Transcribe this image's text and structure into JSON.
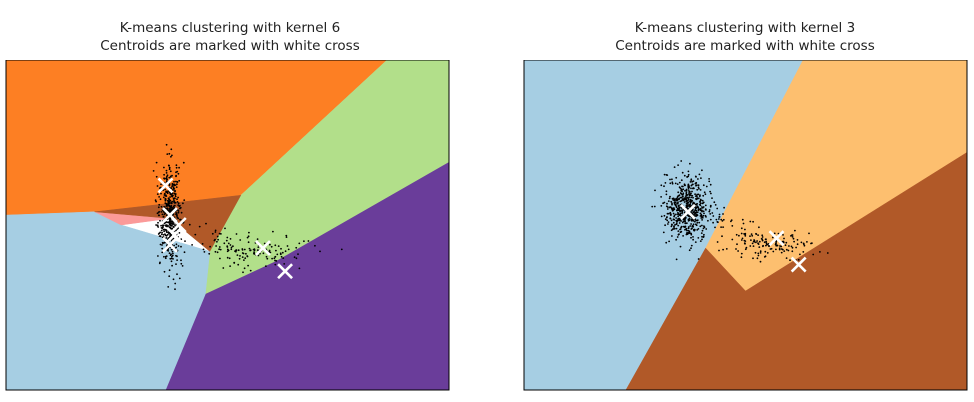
{
  "chart_data": [
    {
      "type": "scatter",
      "title_line1": "K-means clustering with kernel 6",
      "title_line2": "Centroids are marked with white cross",
      "axes_visible": false,
      "region_colors": [
        "#fd7f23",
        "#b2df8a",
        "#6a3d9a",
        "#a6cee3",
        "#fb9a99",
        "#b15928"
      ],
      "centroids": [
        {
          "x": 0.36,
          "y": 0.62
        },
        {
          "x": 0.37,
          "y": 0.53
        },
        {
          "x": 0.39,
          "y": 0.5
        },
        {
          "x": 0.38,
          "y": 0.47
        },
        {
          "x": 0.37,
          "y": 0.44
        },
        {
          "x": 0.58,
          "y": 0.43
        },
        {
          "x": 0.63,
          "y": 0.36
        }
      ],
      "point_clusters": [
        {
          "cx": 0.37,
          "cy": 0.53,
          "sx": 0.012,
          "sy": 0.075,
          "n": 520
        },
        {
          "cx": 0.56,
          "cy": 0.42,
          "sx": 0.06,
          "sy": 0.02,
          "n": 120
        }
      ]
    },
    {
      "type": "scatter",
      "title_line1": "K-means clustering with kernel 3",
      "title_line2": "Centroids are marked with white cross",
      "axes_visible": false,
      "region_colors": [
        "#a6cee3",
        "#fdbf6f",
        "#b15928"
      ],
      "centroids": [
        {
          "x": 0.37,
          "y": 0.54
        },
        {
          "x": 0.57,
          "y": 0.46
        },
        {
          "x": 0.62,
          "y": 0.38
        }
      ],
      "point_clusters": [
        {
          "cx": 0.37,
          "cy": 0.55,
          "sx": 0.025,
          "sy": 0.045,
          "n": 600
        },
        {
          "cx": 0.56,
          "cy": 0.44,
          "sx": 0.055,
          "sy": 0.02,
          "n": 130
        }
      ]
    }
  ]
}
